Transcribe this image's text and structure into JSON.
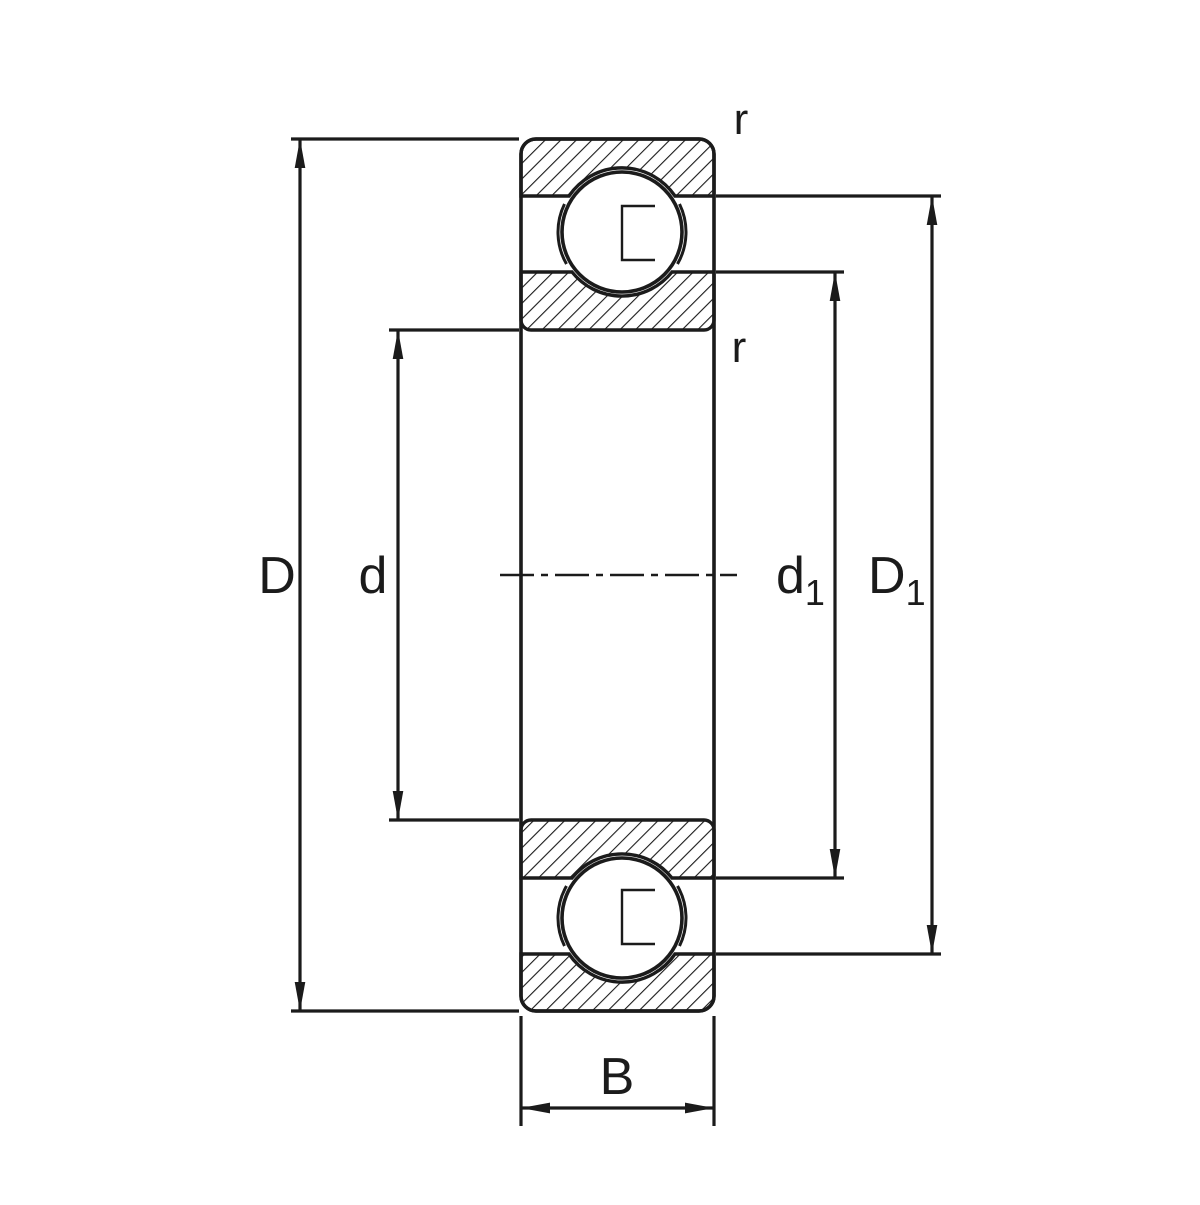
{
  "figure": {
    "background": "#ffffff",
    "line_color": "#1b1b1b"
  },
  "dimensions": {
    "outer_diameter_label": "D",
    "bore_diameter_label": "d",
    "inner_shoulder_label_base": "d",
    "inner_shoulder_label_sub": "1",
    "outer_shoulder_label_base": "D",
    "outer_shoulder_label_sub": "1",
    "width_label": "B",
    "chamfer_label_top": "r",
    "chamfer_label_inner": "r"
  }
}
